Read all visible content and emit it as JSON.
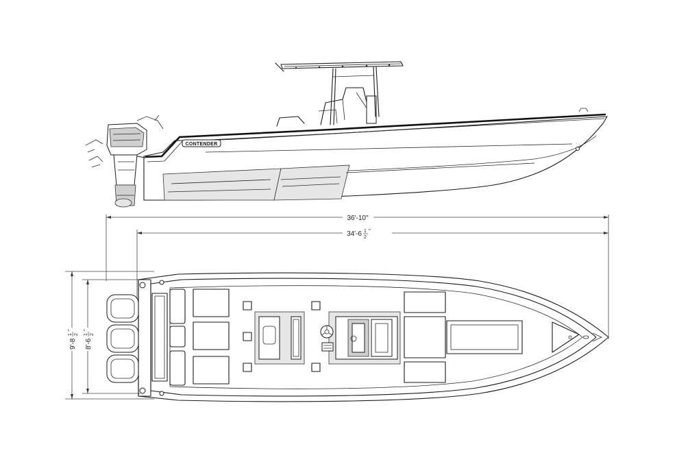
{
  "brand_logo": "CONTENDER",
  "dimensions": {
    "overall_length": "36'-10\"",
    "hull_length": "34'-6",
    "hull_length_frac_num": "1",
    "hull_length_frac_den": "2",
    "hull_length_suffix": "\"",
    "overall_beam": "9'-8",
    "overall_beam_frac_num": "1",
    "overall_beam_frac_den": "2",
    "overall_beam_suffix": "\"",
    "hull_beam": "8'-6",
    "hull_beam_frac_num": "1",
    "hull_beam_frac_den": "2",
    "hull_beam_suffix": "\""
  }
}
